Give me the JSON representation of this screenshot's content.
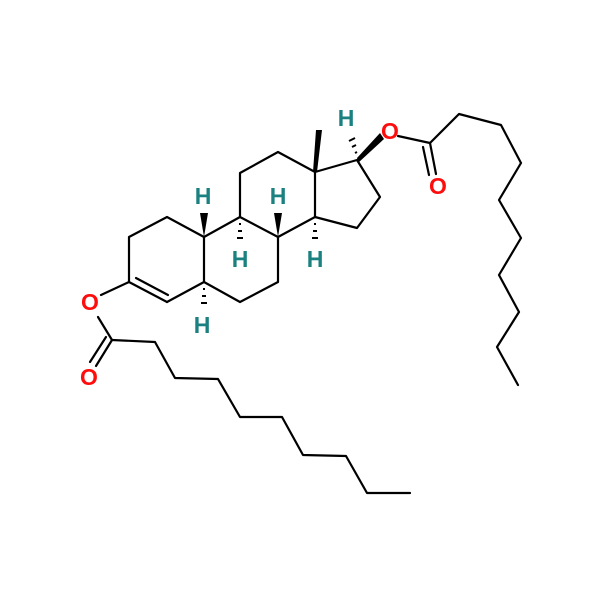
{
  "molecule": {
    "atoms": {
      "o_ester_17": "O",
      "o_carbonyl_17": "O",
      "o_ester_3": "O",
      "o_carbonyl_3": "O",
      "h_17": "H",
      "h_10": "H",
      "h_9": "H",
      "h_8": "H",
      "h_14": "H",
      "h_5": "H"
    },
    "colors": {
      "oxygen": "#ff0d0d",
      "hydrogen": "#1a8080",
      "bond": "#000000"
    }
  }
}
